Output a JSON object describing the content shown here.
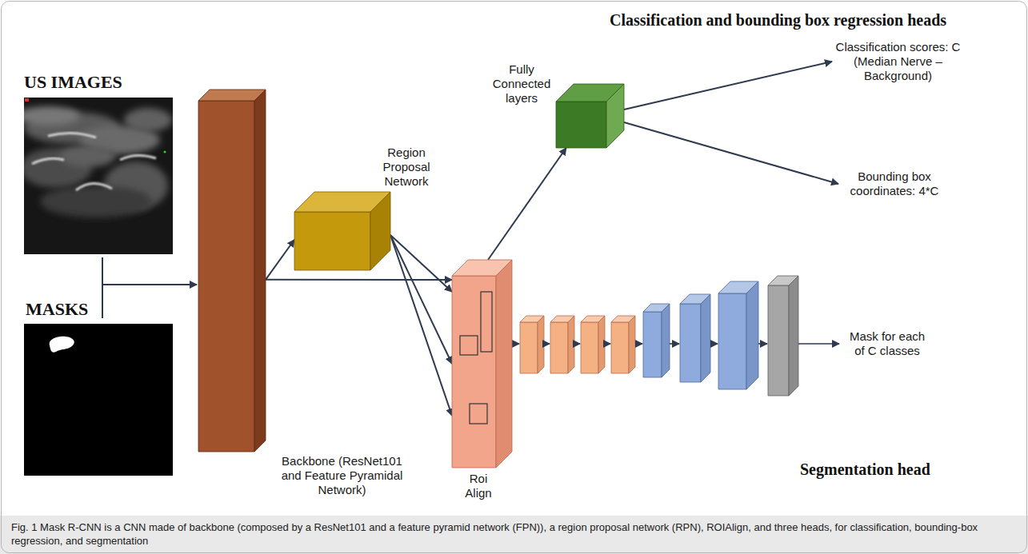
{
  "diagram": {
    "caption": "Fig. 1 Mask R-CNN is a CNN made of backbone (composed by a ResNet101 and a feature pyramid network (FPN)), a region proposal network (RPN), ROIAlign, and three heads, for classification, bounding-box regression, and segmentation",
    "nodes": [
      {
        "text": [
          "Backbone (ResNet101 and Feature Pyramidal Network)"
        ]
      },
      {
        "text": [
          "Region Proposal Network"
        ]
      },
      {
        "text": [
          "Roi Align"
        ]
      },
      {
        "text": [
          "Fully Connected layers"
        ]
      },
      {
        "text": [
          "Classification scores: C (Median Nerve – Background)"
        ]
      },
      {
        "text": [
          "Bounding box coordinates: 4*C"
        ]
      },
      {
        "text": [
          "Mask for each of C classes"
        ]
      }
    ],
    "edges": [
      {
        "from": 0,
        "to": 1,
        "arrow": "to"
      },
      {
        "from": 0,
        "to": 2,
        "arrow": "to"
      },
      {
        "from": 1,
        "to": 2,
        "arrow": "to"
      },
      {
        "from": 1,
        "to": 2,
        "arrow": "to"
      },
      {
        "from": 1,
        "to": 2,
        "arrow": "to"
      },
      {
        "from": 2,
        "to": 3,
        "arrow": "to"
      },
      {
        "from": 3,
        "to": 4,
        "arrow": "to"
      },
      {
        "from": 3,
        "to": 5,
        "arrow": "to"
      }
    ],
    "labels": [
      "Classification and bounding box regression heads",
      "US IMAGES",
      "MASKS",
      "Segmentation head"
    ]
  }
}
